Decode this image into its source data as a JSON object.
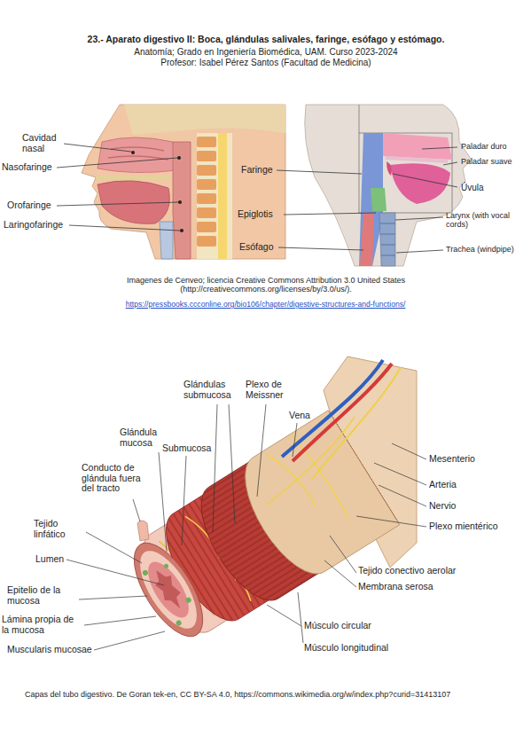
{
  "diagram": {
    "title": "23.- Aparato digestivo II: Boca, glándulas salivales, faringe, esófago y estómago.",
    "caption": "Capas del tubo digestivo. De Goran tek-en, CC BY-SA 4.0, https://commons.wikimedia.org/w/index.php?curid=31413107",
    "labels": [
      "Anatomía; Grado en Ingeniería Biomédica, UAM. Curso 2023-2024",
      "Profesor: Isabel Pérez Santos (Facultad de Medicina)",
      "Cavidad nasal",
      "Nasofaringe",
      "Faringe",
      "Paladar duro",
      "Paladar suave",
      "Úvula",
      "Orofaringe",
      "Epiglotis",
      "Larynx (with vocal cords)",
      "Laringofaringe",
      "Esófago",
      "Trachea (windpipe)",
      "Imagenes de Cenveo; licencia Creative Commons Attribution 3.0 United States (http://creativecommons.org/licenses/by/3.0/us/).",
      "https://pressbooks.ccconline.org/bio106/chapter/digestive-structures-and-functions/",
      "Glándulas submucosa",
      "Plexo de Meissner",
      "Vena",
      "Glándula mucosa",
      "Submucosa",
      "Mesenterio",
      "Conducto de glándula fuera del tracto",
      "Arteria",
      "Nervio",
      "Tejido linfático",
      "Plexo mientérico",
      "Lumen",
      "Tejido conectivo aerolar",
      "Membrana serosa",
      "Epitelio de la mucosa",
      "Lámina propia de la mucosa",
      "Muscularis mucosae",
      "Músculo circular",
      "Músculo longitudinal"
    ]
  }
}
